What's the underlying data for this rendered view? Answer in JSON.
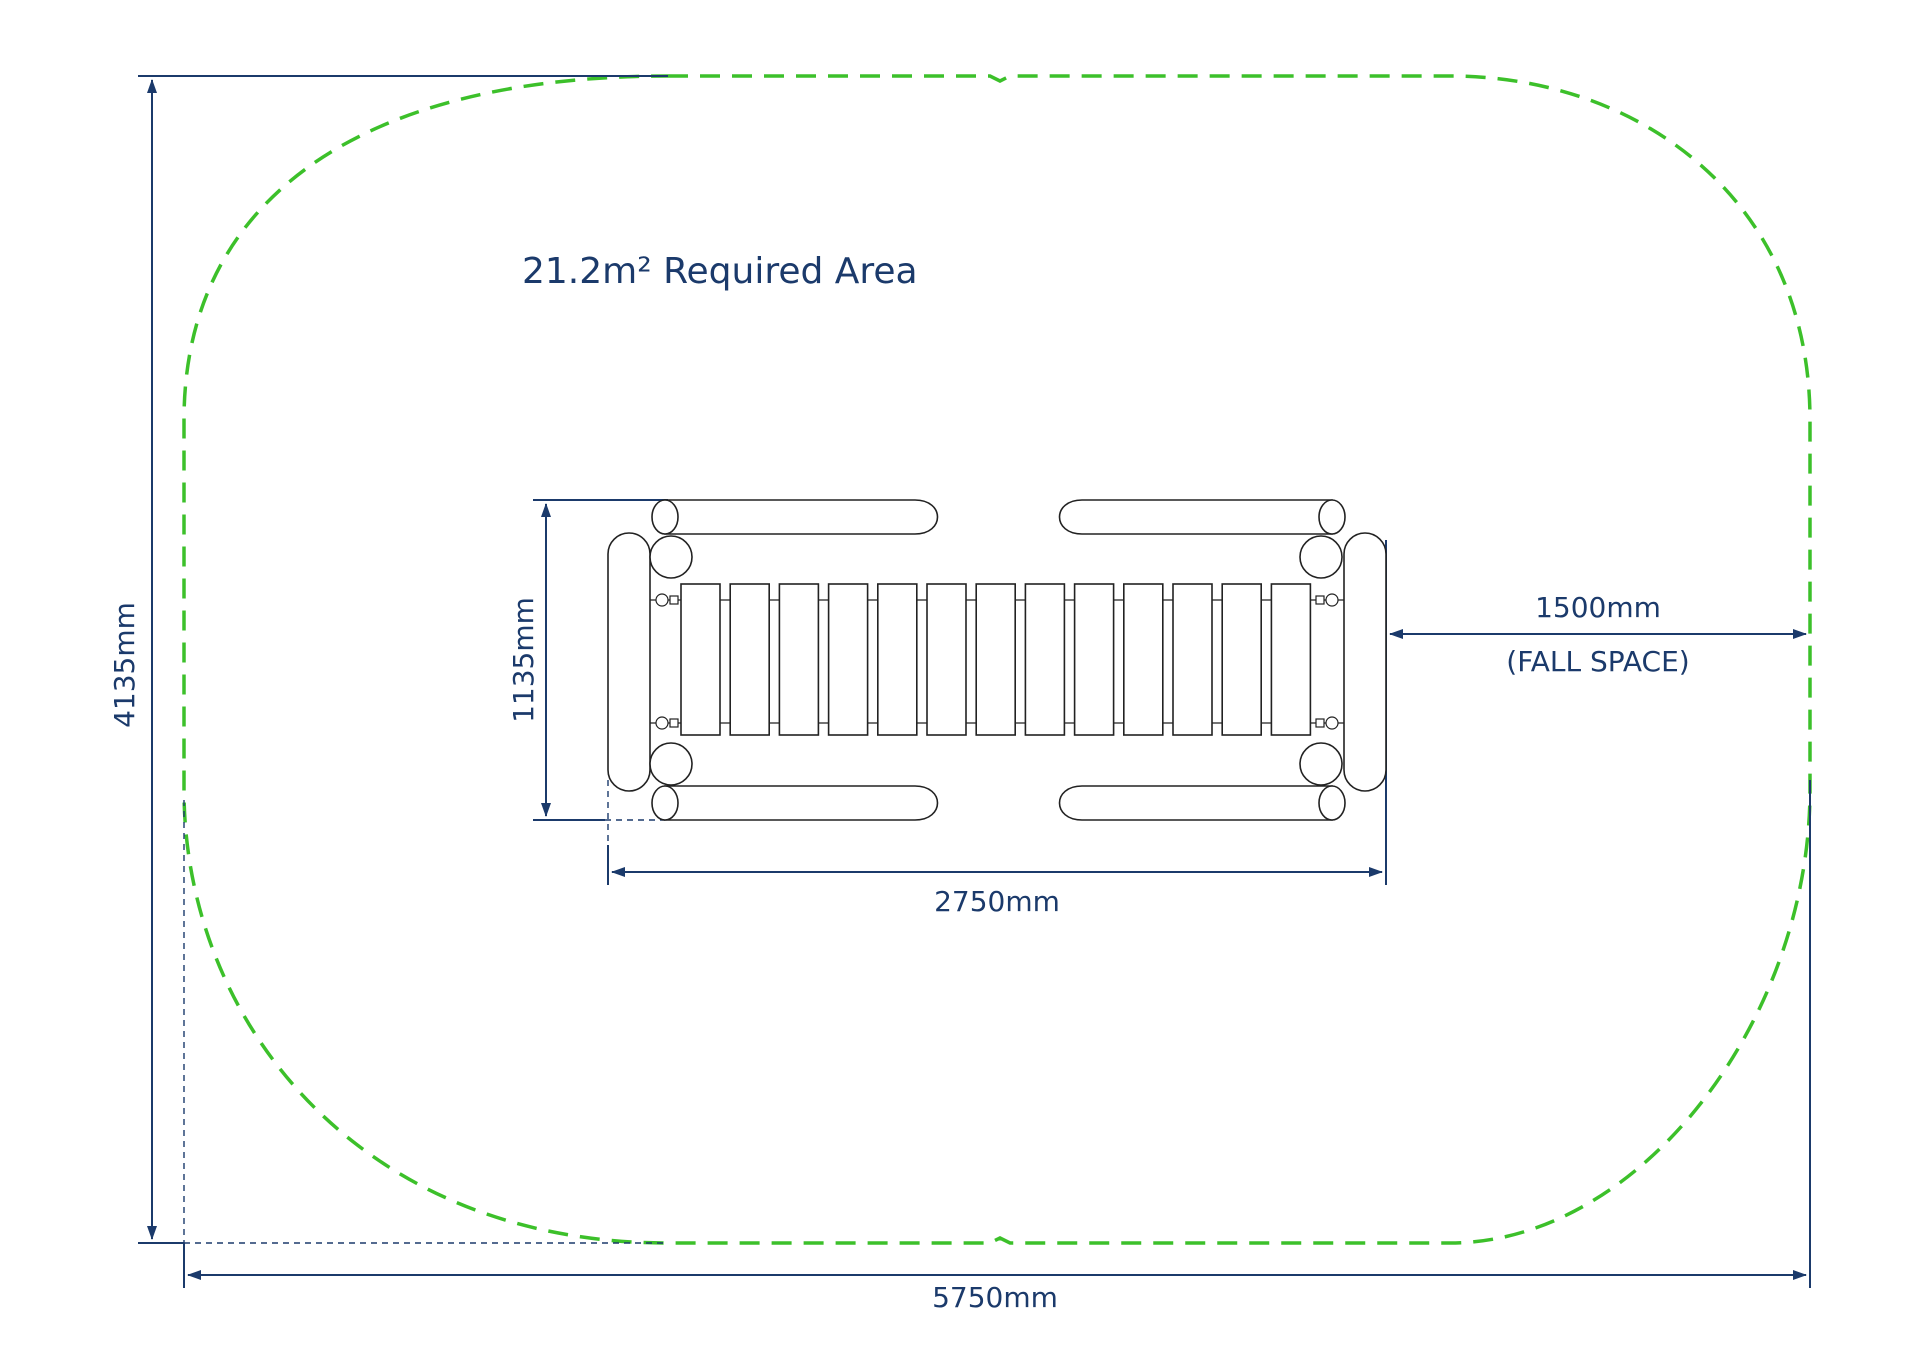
{
  "drawing": {
    "area_label": "21.2m² Required Area",
    "colors": {
      "dimension": "#1b3a6b",
      "fall_zone": "#3cc02a",
      "outline": "#222222"
    },
    "dimensions": {
      "overall_height": "4135mm",
      "overall_width": "5750mm",
      "equipment_depth": "1135mm",
      "equipment_length": "2750mm",
      "fall_space_value": "1500mm",
      "fall_space_label": "(FALL SPACE)"
    },
    "bridge_plank_count": 13
  }
}
